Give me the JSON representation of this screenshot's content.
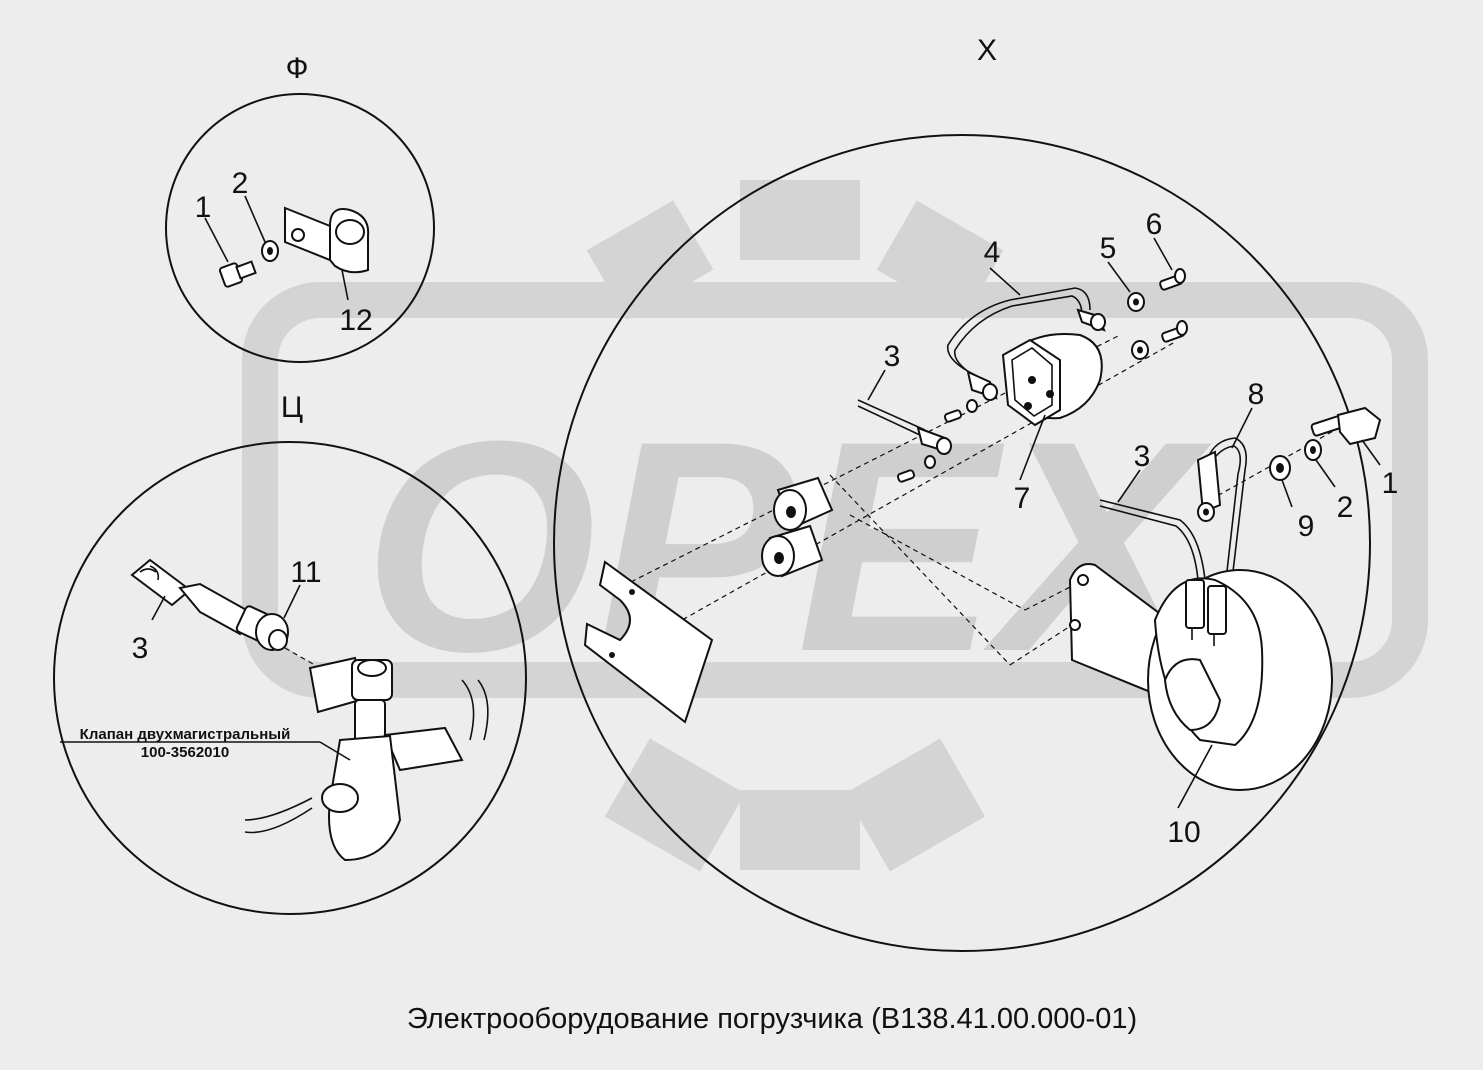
{
  "watermark": {
    "text": "OPEX",
    "color": "#d2d2d2"
  },
  "views": {
    "phi": {
      "title": "Ф",
      "labels": {
        "n1": "1",
        "n2": "2",
        "n12": "12"
      }
    },
    "tse": {
      "title": "Ц",
      "labels": {
        "n3": "3",
        "n11": "11"
      },
      "valve_name": "Клапан двухмагистральный",
      "valve_code": "100-3562010"
    },
    "kh": {
      "title": "Х",
      "labels": {
        "n1": "1",
        "n2": "2",
        "n3a": "3",
        "n3b": "3",
        "n4": "4",
        "n5": "5",
        "n6": "6",
        "n7": "7",
        "n8": "8",
        "n9": "9",
        "n10": "10"
      }
    }
  },
  "caption": "Электрооборудование погрузчика (В138.41.00.000-01)"
}
